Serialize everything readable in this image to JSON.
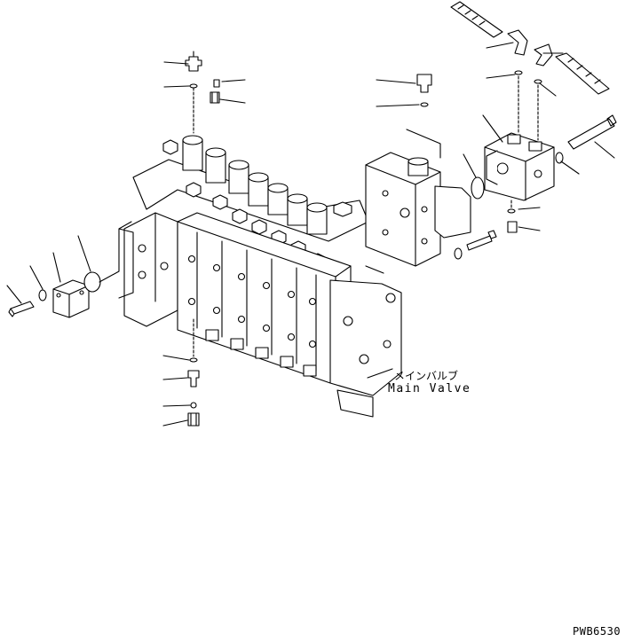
{
  "callout": {
    "label_jp": "メインバルブ",
    "label_en": "Main Valve"
  },
  "drawing_code": "PWB6530",
  "colors": {
    "line": "#000000",
    "background": "#ffffff"
  }
}
